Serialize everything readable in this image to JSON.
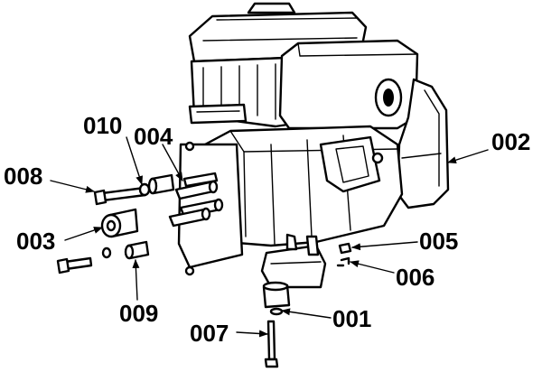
{
  "callouts": {
    "p001": "001",
    "p002": "002",
    "p003": "003",
    "p004": "004",
    "p005": "005",
    "p006": "006",
    "p007": "007",
    "p008": "008",
    "p009": "009",
    "p010": "010"
  },
  "colors": {
    "ink": "#000000",
    "paper": "#ffffff"
  }
}
